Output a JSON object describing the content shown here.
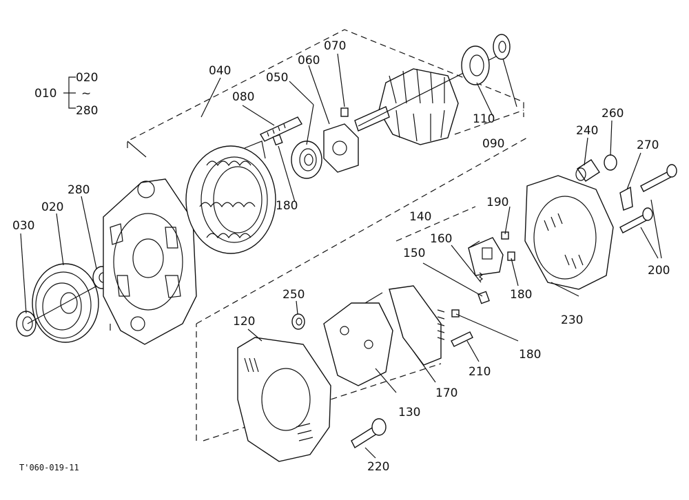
{
  "labels": {
    "l010": "010",
    "l020_range_start": "020",
    "l280_range_end": "280",
    "range_tilde": "~",
    "l020": "020",
    "l030": "030",
    "l280": "280",
    "l040": "040",
    "l050": "050",
    "l060": "060",
    "l070": "070",
    "l080": "080",
    "l090": "090",
    "l110": "110",
    "l120": "120",
    "l130": "130",
    "l140": "140",
    "l150": "150",
    "l160": "160",
    "l170": "170",
    "l180_stator": "180",
    "l180_holder": "180",
    "l180_rect": "180",
    "l190": "190",
    "l200": "200",
    "l210": "210",
    "l220": "220",
    "l230": "230",
    "l240": "240",
    "l250": "250",
    "l260": "260",
    "l270": "270"
  },
  "footer": {
    "code": "T'060-019-11"
  }
}
